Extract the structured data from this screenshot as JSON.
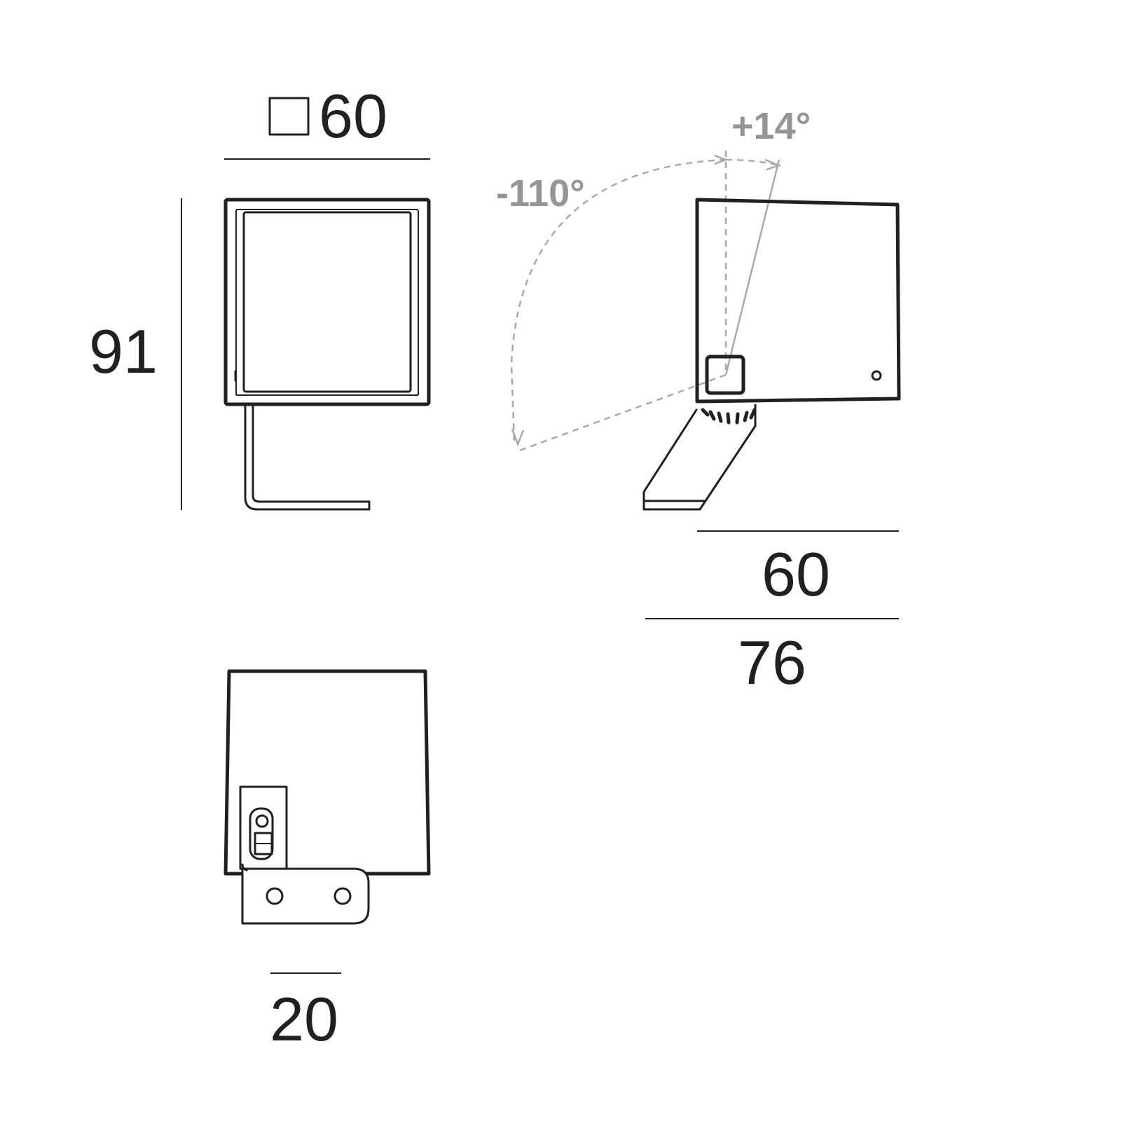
{
  "dimensions": {
    "front_width": "60",
    "front_height": "91",
    "side_shade_depth": "60",
    "side_total_depth": "76",
    "bracket_width": "20"
  },
  "angles": {
    "tilt_up": "+14°",
    "tilt_down": "-110°"
  },
  "colors": {
    "line": "#231f20",
    "angle_text": "#939598",
    "angle_lines": "#a7a9ac"
  }
}
